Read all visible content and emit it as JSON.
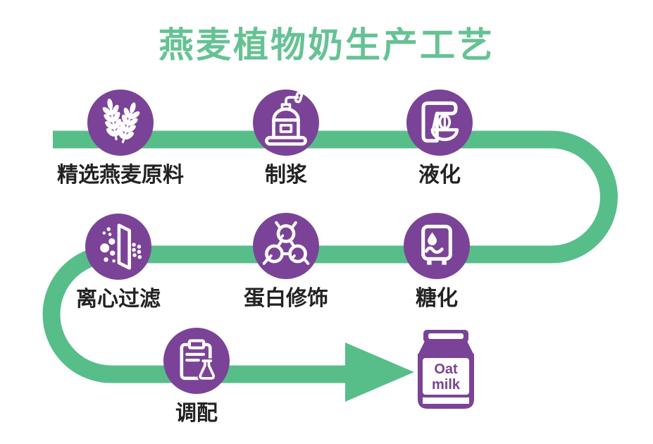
{
  "title": "燕麦植物奶生产工艺",
  "colors": {
    "green": "#57BE89",
    "title_green": "#65C294",
    "purple": "#7B4397",
    "label_text": "#222222",
    "white": "#FFFFFF",
    "bg": "#FFFFFF"
  },
  "steps": [
    {
      "id": "select-oats",
      "label": "精选燕麦原料",
      "icon": "wheat-icon"
    },
    {
      "id": "pulping",
      "label": "制浆",
      "icon": "grinder-icon"
    },
    {
      "id": "liquefaction",
      "label": "液化",
      "icon": "mixer-icon"
    },
    {
      "id": "saccharification",
      "label": "糖化",
      "icon": "boiler-icon"
    },
    {
      "id": "protein-modification",
      "label": "蛋白修饰",
      "icon": "molecule-icon"
    },
    {
      "id": "centrifugal-filtration",
      "label": "离心过滤",
      "icon": "filter-icon"
    },
    {
      "id": "blending",
      "label": "调配",
      "icon": "clipboard-flask-icon"
    }
  ],
  "product": {
    "icon": "milk-carton-icon",
    "label_line1": "Oat",
    "label_line2": "milk"
  }
}
